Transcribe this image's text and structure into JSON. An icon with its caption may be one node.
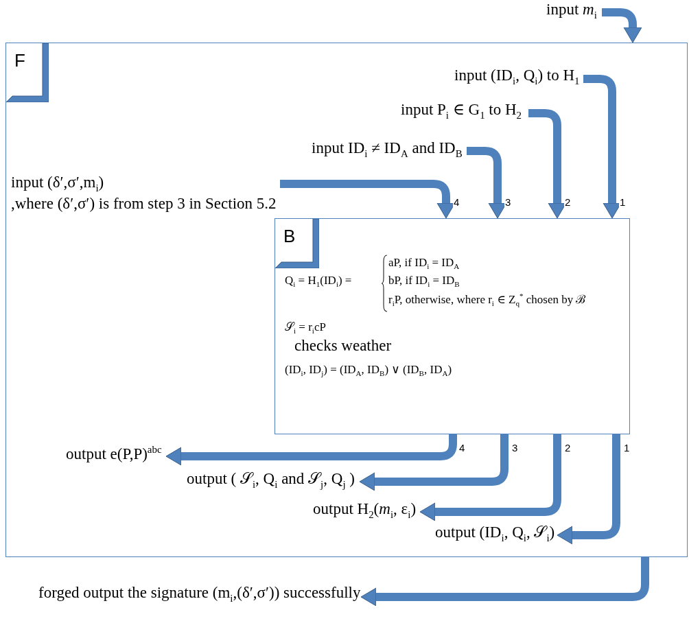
{
  "diagram": {
    "nodes": [
      {
        "text": [
          "F"
        ]
      },
      {
        "text": [
          "input *m*$_{i}$"
        ]
      },
      {
        "text": [
          "input (ID$_{i}$, Q$_{i}$) to H$_{1}$"
        ],
        "in": 0
      },
      {
        "text": [
          "input P$_{i}$ ∈ G$_{1}$ to H$_{2}$"
        ],
        "in": 0
      },
      {
        "text": [
          "input ID$_{i}$ ≠ ID$_{A}$ and ID$_{B}$"
        ],
        "in": 0
      },
      {
        "text": [
          "input (δ′,σ′,m$_{i}$)",
          ",where (δ′,σ′) is from step 3 in Section 5.2"
        ],
        "in": 0
      },
      {
        "text": [
          "B",
          "Q$_{i}$ = H$_{1}$(ID$_{i}$) =",
          "aP, if ID$_{i}$ = ID$_{A}$",
          "bP, if ID$_{i}$ = ID$_{B}$",
          "r$_{i}$P, otherwise, where r$_{i}$ ∈ Z$_{q}$$^{*}$ chosen by ℬ",
          "𝒮$_{i}$ = r$_{i}$cP",
          "checks weather",
          "(ID$_{i}$, ID$_{j}$) = (ID$_{A}$, ID$_{B}$) ∨ (ID$_{B}$, ID$_{A}$)"
        ],
        "in": 0
      },
      {
        "text": [
          "output e(P,P)$^{abc}$"
        ],
        "in": 0
      },
      {
        "text": [
          "output ( 𝒮$_{i}$, Q$_{i}$ and 𝒮$_{j}$, Q$_{j}$ )"
        ],
        "in": 0
      },
      {
        "text": [
          "output H$_{2}$(*m*$_{i}$, ε$_{i}$)"
        ],
        "in": 0
      },
      {
        "text": [
          "output (ID$_{i}$, Q$_{i}$, 𝒮$_{i}$)"
        ],
        "in": 0
      },
      {
        "text": [
          "forged output the signature (m$_{i}$,(δ′,σ′)) successfully"
        ]
      }
    ],
    "edges": [
      {
        "from": 1,
        "to": 0,
        "arrow": "to"
      },
      {
        "from": 2,
        "to": 6,
        "arrow": "to",
        "label": "1"
      },
      {
        "from": 3,
        "to": 6,
        "arrow": "to",
        "label": "2"
      },
      {
        "from": 4,
        "to": 6,
        "arrow": "to",
        "label": "3"
      },
      {
        "from": 5,
        "to": 6,
        "arrow": "to",
        "label": "4"
      },
      {
        "from": 6,
        "to": 7,
        "arrow": "to",
        "label": "4"
      },
      {
        "from": 6,
        "to": 8,
        "arrow": "to",
        "label": "3"
      },
      {
        "from": 6,
        "to": 9,
        "arrow": "to",
        "label": "2"
      },
      {
        "from": 6,
        "to": 10,
        "arrow": "to",
        "label": "1"
      },
      {
        "from": 0,
        "to": 11,
        "arrow": "to"
      }
    ]
  }
}
